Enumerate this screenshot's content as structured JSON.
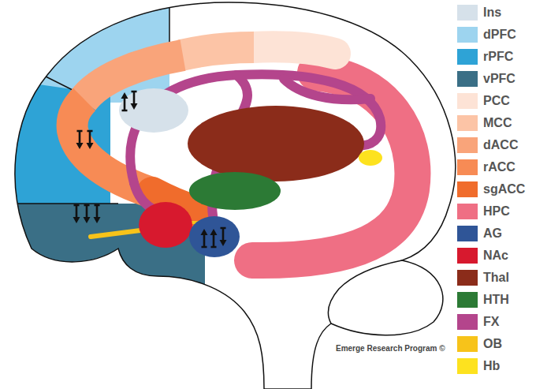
{
  "diagram": {
    "labels": [
      "Emerge Research Program ©"
    ],
    "legend": [
      {
        "text": "Ins",
        "color": "#d6e1ea"
      },
      {
        "text": "dPFC",
        "color": "#9dd4ef"
      },
      {
        "text": "rPFC",
        "color": "#2ea3d6"
      },
      {
        "text": "vPFC",
        "color": "#3a6f86"
      },
      {
        "text": "PCC",
        "color": "#fde3d6"
      },
      {
        "text": "MCC",
        "color": "#fcc4a6"
      },
      {
        "text": "dACC",
        "color": "#f9a47a"
      },
      {
        "text": "rACC",
        "color": "#f78b55"
      },
      {
        "text": "sgACC",
        "color": "#f06c2c"
      },
      {
        "text": "HPC",
        "color": "#ef6f84"
      },
      {
        "text": "AG",
        "color": "#2f5597"
      },
      {
        "text": "NAc",
        "color": "#d7192e"
      },
      {
        "text": "Thal",
        "color": "#8b2c1a"
      },
      {
        "text": "HTH",
        "color": "#2c7a35"
      },
      {
        "text": "FX",
        "color": "#b4458c"
      },
      {
        "text": "OB",
        "color": "#f7c31a"
      },
      {
        "text": "Hb",
        "color": "#fde21f"
      }
    ]
  }
}
